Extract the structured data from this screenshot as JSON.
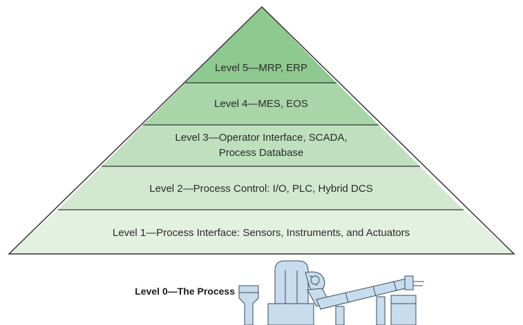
{
  "pyramid": {
    "levels": [
      {
        "id": "level-5",
        "lines": [
          "Level 5—MRP, ERP"
        ],
        "color": "#8ec98f"
      },
      {
        "id": "level-4",
        "lines": [
          "Level 4—MES, EOS"
        ],
        "color": "#a9d6a9"
      },
      {
        "id": "level-3",
        "lines": [
          "Level 3—Operator Interface, SCADA,",
          "Process Database"
        ],
        "color": "#bfe0bd"
      },
      {
        "id": "level-2",
        "lines": [
          "Level 2—Process Control: I/O, PLC, Hybrid DCS"
        ],
        "color": "#d2e9cf"
      },
      {
        "id": "level-1",
        "lines": [
          "Level 1—Process Interface: Sensors, Instruments, and Actuators"
        ],
        "color": "#e3f1e0"
      }
    ],
    "outline_color": "#333333"
  },
  "process": {
    "label": "Level 0—The Process",
    "equipment_color": "#c7dced",
    "equipment_outline": "#3a4a5a",
    "icon": "cement-kiln-plant-icon"
  }
}
